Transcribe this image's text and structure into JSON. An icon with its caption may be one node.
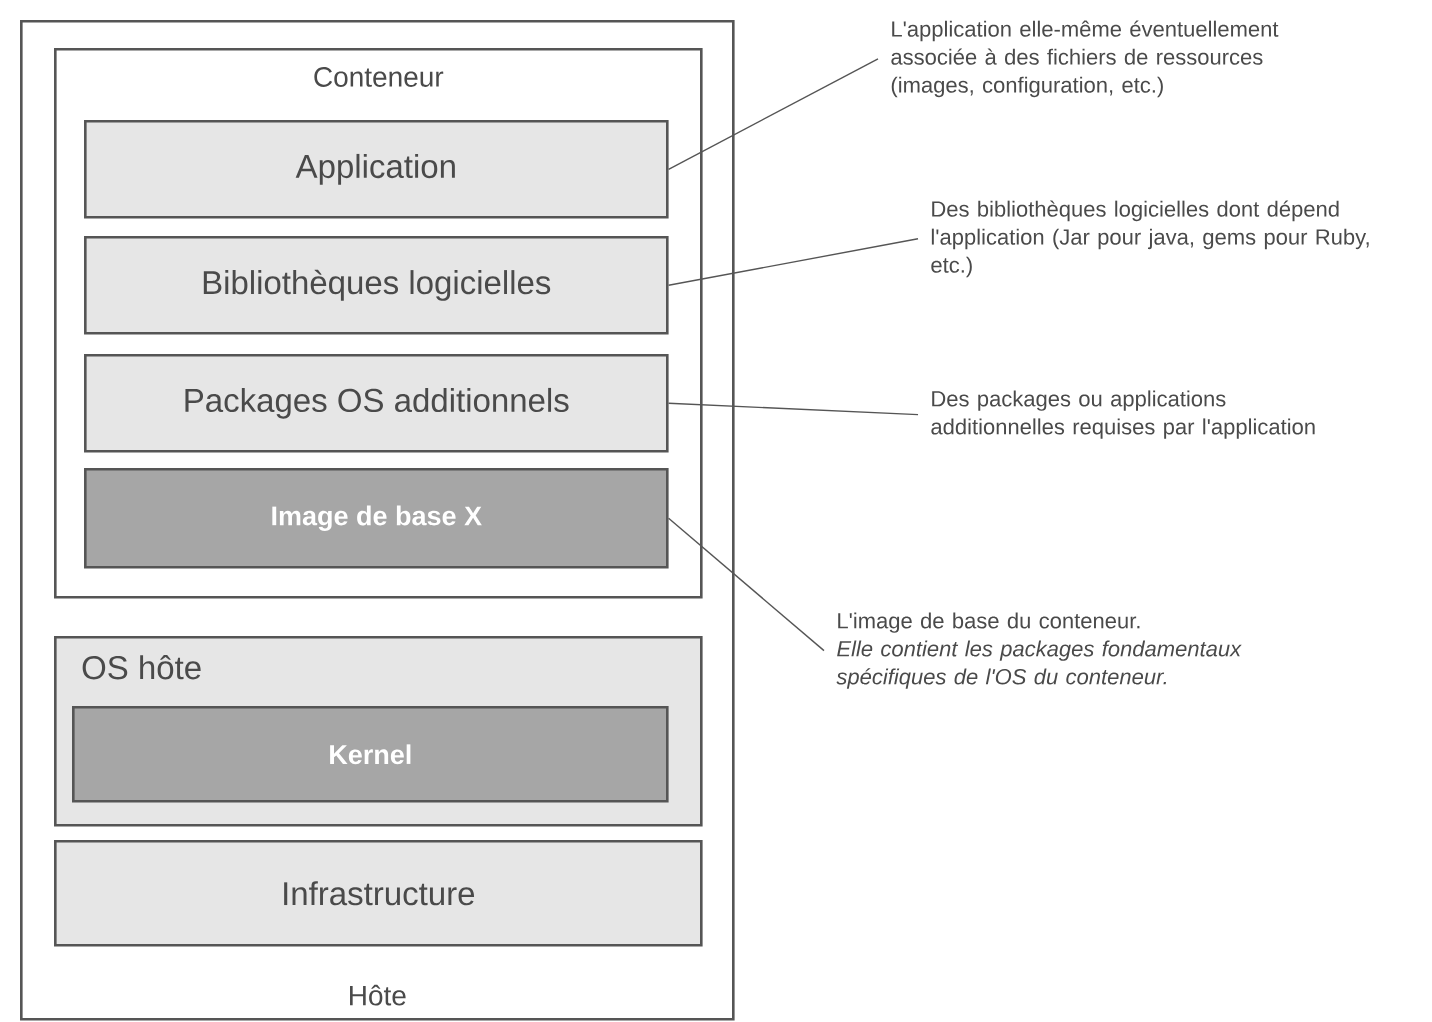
{
  "diagram": {
    "nodes": [
      {
        "text": [
          "Hôte"
        ]
      },
      {
        "text": [
          "Conteneur"
        ],
        "in": 0
      },
      {
        "text": [
          "Application"
        ],
        "in": 1
      },
      {
        "text": [
          "Bibliothèques logicielles"
        ],
        "in": 1
      },
      {
        "text": [
          "Packages OS additionnels"
        ],
        "in": 1
      },
      {
        "text": [
          "Image de base X"
        ],
        "in": 1
      },
      {
        "text": [
          "OS hôte"
        ],
        "in": 0
      },
      {
        "text": [
          "Kernel"
        ],
        "in": 6
      },
      {
        "text": [
          "Infrastructure"
        ],
        "in": 0
      },
      {
        "text": [
          "L'application elle-même éventuellement associée à des fichiers de ressources (images, configuration, etc.)"
        ]
      },
      {
        "text": [
          "Des bibliothèques logicielles dont dépend l'application (Jar pour java, gems pour Ruby, etc.)"
        ]
      },
      {
        "text": [
          "Des packages ou applications additionnelles requises par l'application"
        ]
      },
      {
        "text": [
          "L'image de base du conteneur.",
          "Elle contient les packages fondamentaux spécifiques de l'OS du conteneur."
        ]
      }
    ],
    "edges": [
      {
        "from": 9,
        "to": 2,
        "arrow": "none"
      },
      {
        "from": 10,
        "to": 3,
        "arrow": "none"
      },
      {
        "from": 11,
        "to": 4,
        "arrow": "none"
      },
      {
        "from": 12,
        "to": 5,
        "arrow": "none"
      }
    ]
  }
}
